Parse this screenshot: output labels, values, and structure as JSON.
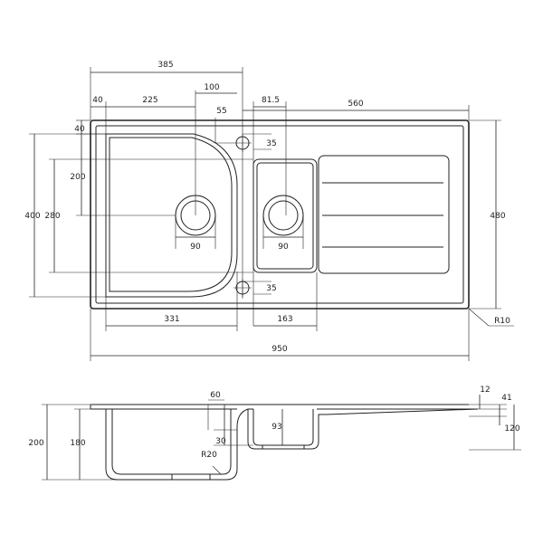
{
  "plan": {
    "dims": {
      "w385": "385",
      "w40": "40",
      "w225": "225",
      "w100": "100",
      "w55": "55",
      "w81_5": "81.5",
      "w560": "560",
      "h40": "40",
      "h35_top": "35",
      "h200": "200",
      "h400": "400",
      "h280": "280",
      "h480": "480",
      "d90_left": "90",
      "d90_right": "90",
      "h35_bottom": "35",
      "w331": "331",
      "w163": "163",
      "r10": "R10",
      "w950": "950"
    }
  },
  "section": {
    "dims": {
      "w60": "60",
      "h30": "30",
      "h93": "93",
      "h12": "12",
      "h41": "41",
      "h200": "200",
      "h180": "180",
      "h120": "120",
      "r20": "R20"
    }
  }
}
